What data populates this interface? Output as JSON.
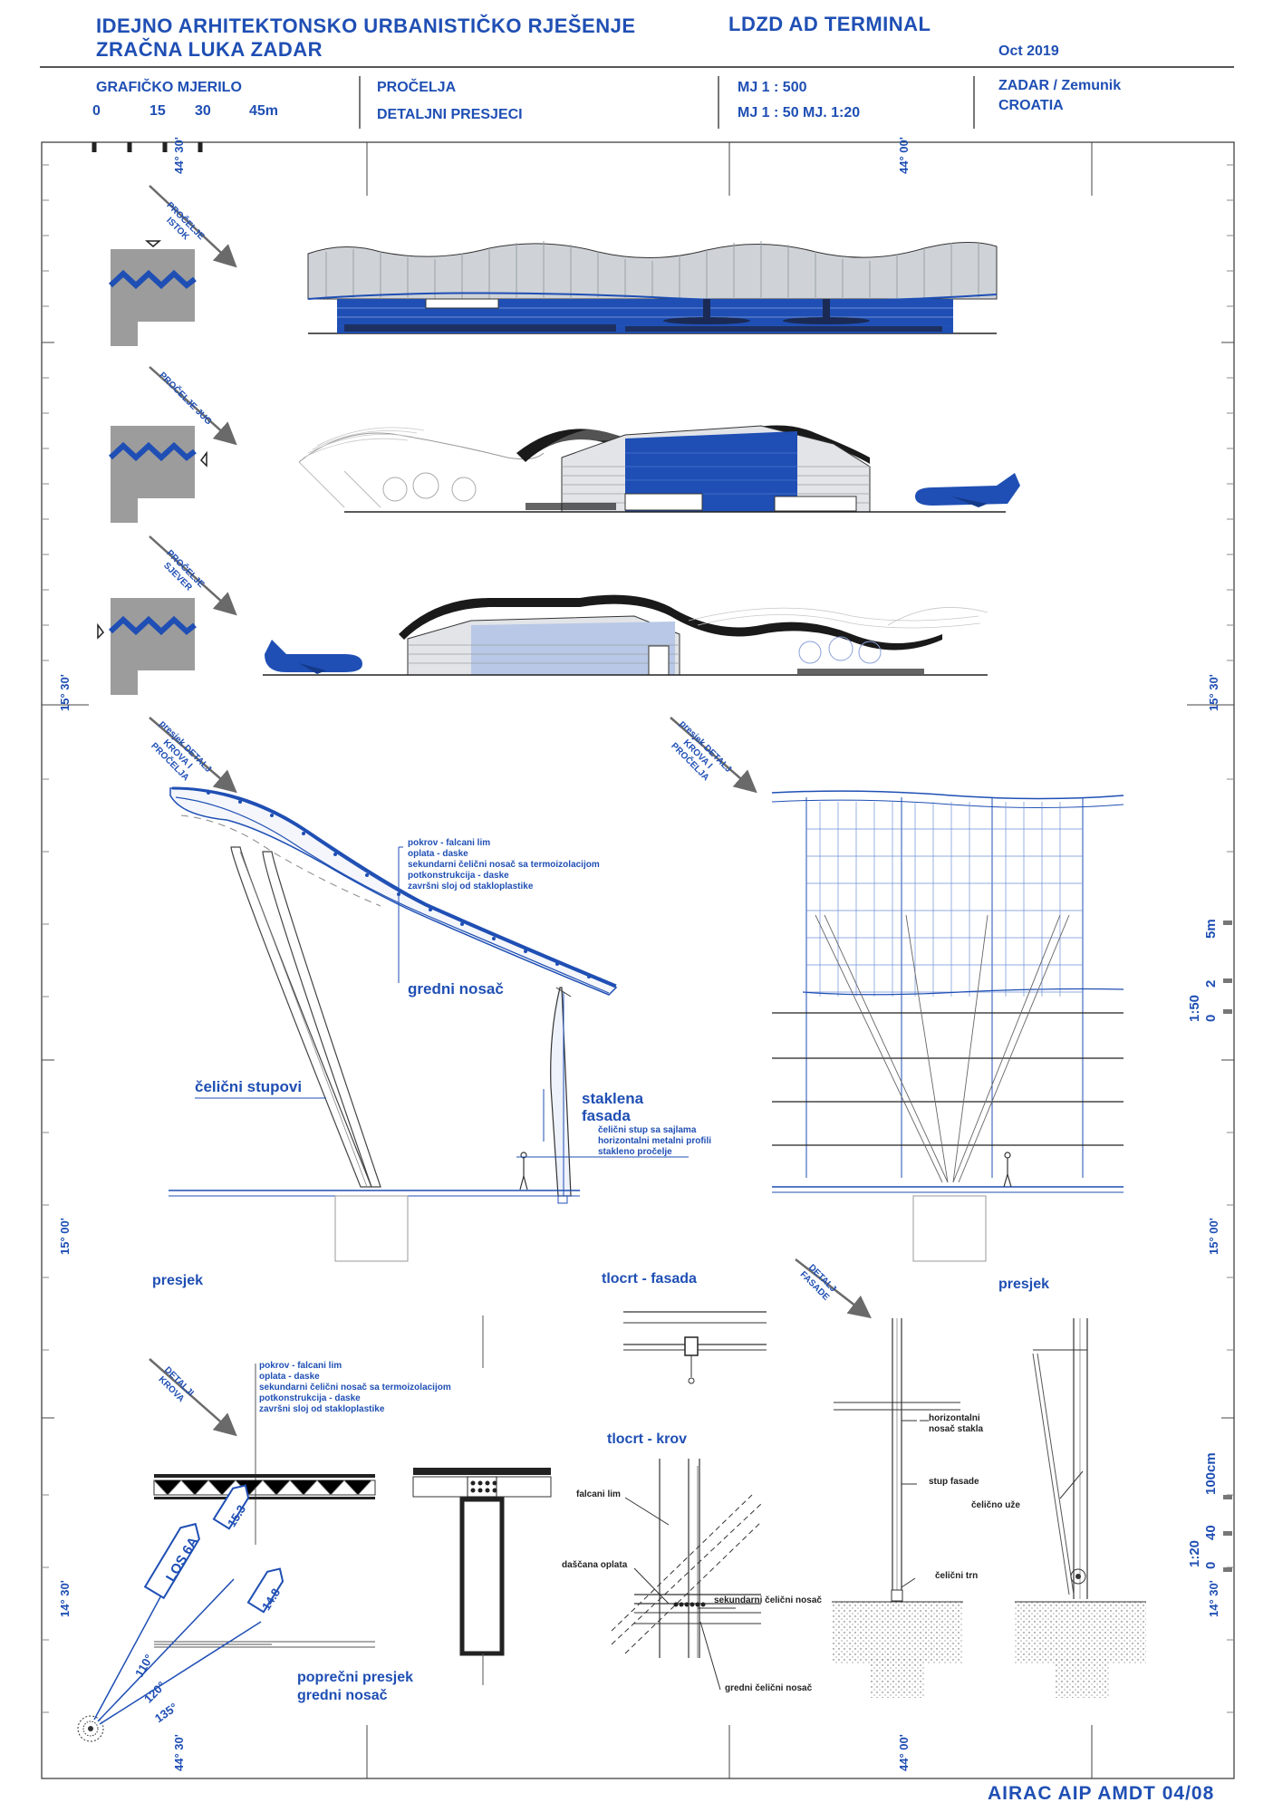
{
  "header": {
    "title_line1": "IDEJNO ARHITEKTONSKO URBANISTIČKO RJEŠENJE",
    "title_line2": "ZRAČNA LUKA ZADAR",
    "project": "LDZD AD TERMINAL",
    "date": "Oct 2019",
    "scale_label": "GRAFIČKO MJERILO",
    "scale_ticks": [
      "0",
      "15",
      "30",
      "45m"
    ],
    "sheet_line1": "PROČELJA",
    "sheet_line2": "DETALJNI PRESJECI",
    "mj1": "MJ 1 : 500",
    "mj2": "MJ 1 : 50  MJ. 1:20",
    "location_line1": "ZADAR / Zemunik",
    "location_line2": "CROATIA"
  },
  "frame": {
    "top_left_coord": "44° 30'",
    "top_mid_coord": "44° 00'",
    "bottom_left_coord": "44° 30'",
    "bottom_mid_coord": "44° 00'",
    "left_coord_1": "15° 30'",
    "left_coord_2": "15° 00'",
    "left_coord_3": "14° 30'",
    "right_coord_1": "15° 30'",
    "right_coord_2": "15° 00'",
    "right_coord_3": "14° 30'",
    "right_scale_label_1": "1:50",
    "right_scale_ticks_1": [
      "0",
      "2",
      "5m"
    ],
    "right_scale_label_2": "1:20",
    "right_scale_ticks_2": [
      "0",
      "40",
      "100cm"
    ]
  },
  "elevations": [
    {
      "arrow_label": "PROČELJE ISTOK"
    },
    {
      "arrow_label": "PROČELJE JUG"
    },
    {
      "arrow_label": "PROČELJE SJEVER"
    }
  ],
  "details": {
    "section_arrow_1": "presjek DETALJ KROVA I PROČELJA",
    "section_arrow_2": "presjek DETALJ KROVA I PROČELJA",
    "roof_layers": [
      "pokrov - falcani lim",
      "oplata - daske",
      "sekundarni čelični nosač sa termoizolacijom",
      "potkonstrukcija - daske",
      "završni sloj od stakloplastike"
    ],
    "beam_label": "gredni nosač",
    "columns_label": "čelični stupovi",
    "glass_facade_label_1": "staklena",
    "glass_facade_label_2": "fasada",
    "facade_layers": [
      "čelični stup sa sajlama",
      "horizontalni metalni profili",
      "stakleno pročelje"
    ],
    "presjek_left": "presjek",
    "tlocrt_fasada": "tlocrt - fasada",
    "tlocrt_krov": "tlocrt - krov",
    "detalj_fasade": "DETALJ FASADE",
    "presjek_right": "presjek",
    "detalji_krova": "DETALJI KROVA",
    "roof_layers_2": [
      "pokrov - falcani lim",
      "oplata - daske",
      "sekundarni čelični nosač sa termoizolacijom",
      "potkonstrukcija - daske",
      "završni sloj od stakloplastike"
    ],
    "cross_section_1": "poprečni presjek",
    "cross_section_2": "gredni nosač",
    "roof_plan_labels": [
      "falcani lim",
      "daščana oplata",
      "sekundarni čelični nosač",
      "gredni čelični nosač"
    ],
    "facade_labels": [
      "horizontalni nosač stakla",
      "stup fasade",
      "čelični trn",
      "čelično uže"
    ]
  },
  "compass": {
    "los_label": "LOS 6A",
    "freq_1": "15.3",
    "freq_2": "14.8",
    "deg_1": "110°",
    "deg_2": "120°",
    "deg_3": "135°"
  },
  "footer": {
    "airac": "AIRAC AIP AMDT 04/08"
  },
  "colors": {
    "accent": "#1f4fb4",
    "grey": "#9c9c9c",
    "dark": "#222222"
  }
}
